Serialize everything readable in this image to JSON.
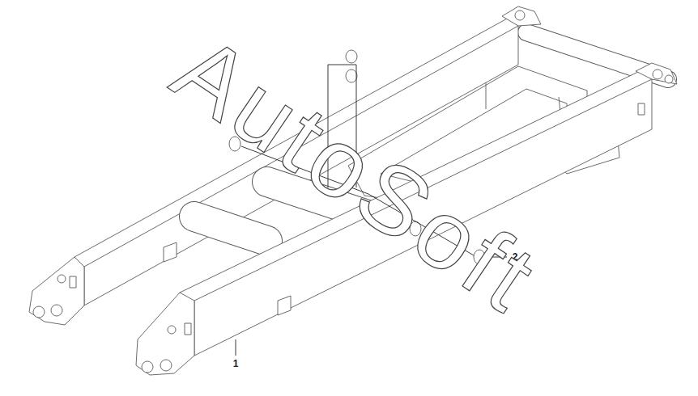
{
  "diagram": {
    "labels": [
      "1",
      "2",
      "AutoSoft"
    ]
  }
}
